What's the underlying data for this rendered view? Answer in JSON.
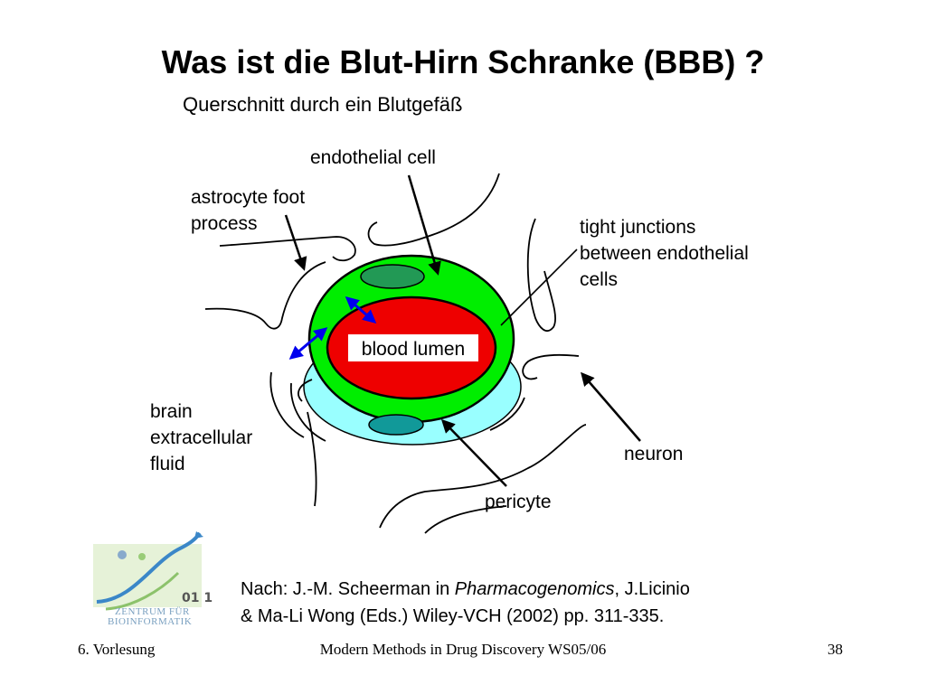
{
  "title": "Was ist die Blut-Hirn Schranke (BBB) ?",
  "subtitle": "Querschnitt durch ein Blutgefäß",
  "labels": {
    "endothelial_cell": "endothelial cell",
    "astrocyte_line1": "astrocyte foot",
    "astrocyte_line2": "process",
    "tight_line1": "tight junctions",
    "tight_line2": "between endothelial",
    "tight_line3": "cells",
    "blood_lumen": "blood lumen",
    "brain_line1": "brain",
    "brain_line2": "extracellular",
    "brain_line3": "fluid",
    "neuron": "neuron",
    "pericyte": "pericyte"
  },
  "citation": {
    "line1_prefix": "Nach: J.-M. Scheerman in ",
    "line1_italic": "Pharmacogenomics",
    "line1_suffix": ", J.Licinio",
    "line2": "& Ma-Li Wong (Eds.) Wiley-VCH (2002) pp. 311-335."
  },
  "logo": {
    "line1": "ZENTRUM FÜR",
    "line2": "BIOINFORMATIK",
    "digits": "01 1"
  },
  "footer": {
    "left": "6. Vorlesung",
    "center": "Modern Methods in Drug Discovery WS05/06",
    "right": "38"
  },
  "colors": {
    "endothelium": "#00ee00",
    "lumen": "#ee0000",
    "pericyte_bg": "#99ffff",
    "nucleus_green": "#229955",
    "nucleus_teal": "#119999",
    "arrow_blue": "#0000ee"
  }
}
